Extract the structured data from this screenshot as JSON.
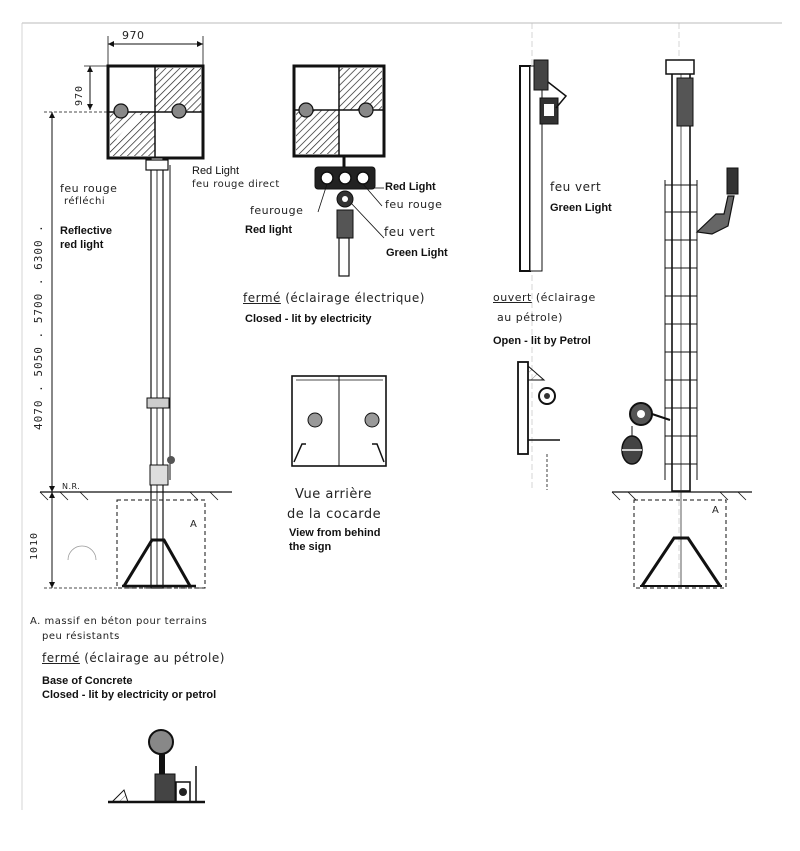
{
  "dims": {
    "width_top": "970",
    "height_sign": "970",
    "mast_heights": "4070 . 5050 . 5700 . 6300 .",
    "base_depth": "1010",
    "nr": "N.R.",
    "marker_a_left": "A",
    "marker_a_right": "A"
  },
  "left_view": {
    "feu_rouge_direct_en": "Red Light",
    "feu_rouge_direct_fr": "feu rouge direct",
    "reflective_fr_1": "feu rouge",
    "reflective_fr_2": "réfléchi",
    "reflective_en_1": "Reflective",
    "reflective_en_2": "red light",
    "base_note_fr_1": "A. massif en béton pour terrains",
    "base_note_fr_2": "peu résistants",
    "caption_fr_under": "fermé",
    "caption_fr_rest": "(éclairage au pétrole)",
    "caption_en_1": "Base of Concrete",
    "caption_en_2": "Closed - lit by electricity or petrol"
  },
  "center_view": {
    "red_light_right_en": "Red Light",
    "feurouge_right_fr": "feu rouge",
    "feurouge_left_fr": "feurouge",
    "red_light_left_en": "Red light",
    "feu_vert_fr": "feu vert",
    "green_light_en": "Green Light",
    "caption_fr_under": "fermé",
    "caption_fr_rest": "(éclairage électrique)",
    "caption_en": "Closed - lit by electricity"
  },
  "rear_view": {
    "caption_fr_1": "Vue arrière",
    "caption_fr_2": "de la cocarde",
    "caption_en_1": "View from behind",
    "caption_en_2": "the sign"
  },
  "side_view": {
    "feu_vert_fr": "feu vert",
    "green_light_en": "Green Light",
    "caption_fr_under": "ouvert",
    "caption_fr_rest": "(éclairage",
    "caption_fr_2": "au pétrole)",
    "caption_en": "Open - lit by Petrol"
  }
}
